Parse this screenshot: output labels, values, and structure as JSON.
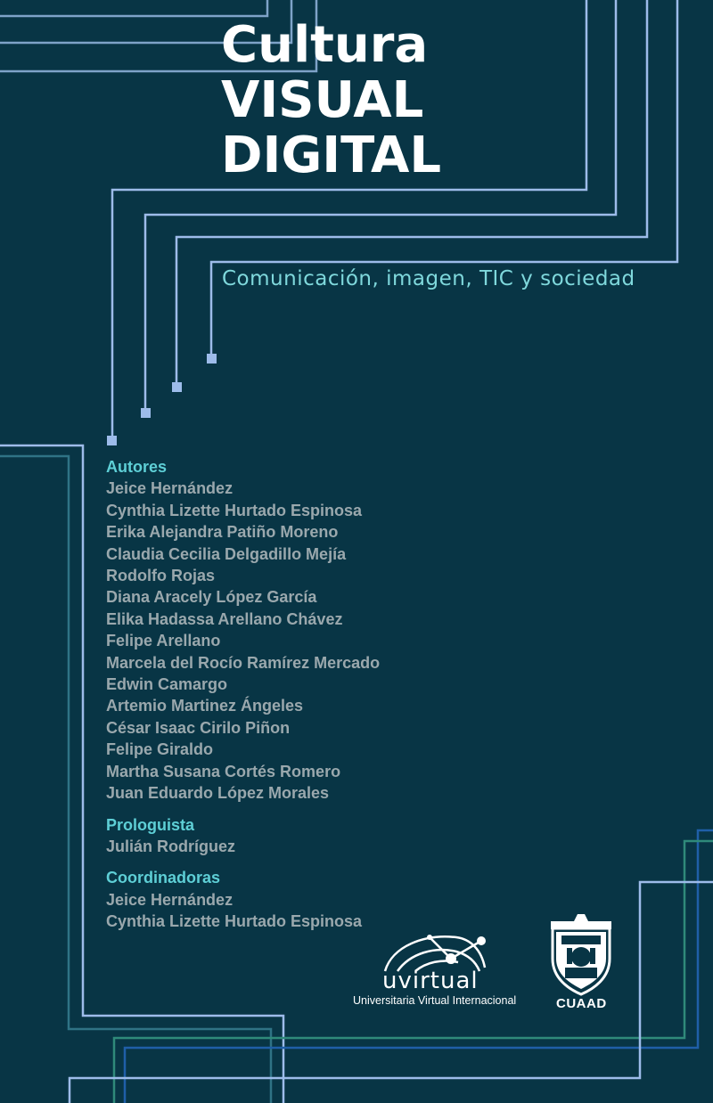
{
  "cover": {
    "title_lines": [
      "Cultura",
      "VISUAL",
      "DIGITAL"
    ],
    "subtitle": "Comunicación, imagen,  TIC y sociedad",
    "colors": {
      "background": "#083545",
      "lines": "#9dbcea",
      "heading": "#5ecfd6",
      "names": "#9aa8ad"
    }
  },
  "credits": {
    "authors_heading": "Autores",
    "authors": [
      "Jeice Hernández",
      "Cynthia Lizette Hurtado Espinosa",
      "Erika Alejandra Patiño Moreno",
      "Claudia Cecilia Delgadillo Mejía",
      "Rodolfo Rojas",
      "Diana Aracely López García",
      "Elika Hadassa Arellano Chávez",
      "Felipe Arellano",
      "Marcela del Rocío Ramírez Mercado",
      "Edwin Camargo",
      "Artemio Martinez Ángeles",
      "César Isaac Cirilo Piñon",
      "Felipe Giraldo",
      "Martha Susana Cortés Romero",
      "Juan Eduardo López Morales"
    ],
    "prologue_heading": "Prologuista",
    "prologue": [
      "Julián Rodríguez"
    ],
    "coordinators_heading": "Coordinadoras",
    "coordinators": [
      "Jeice Hernández",
      "Cynthia Lizette Hurtado Espinosa"
    ]
  },
  "logos": {
    "udg_virtual_word": "uvirtual",
    "udg_virtual_sub": "Universitaria Virtual Internacional",
    "cuaad": "CUAAD"
  }
}
